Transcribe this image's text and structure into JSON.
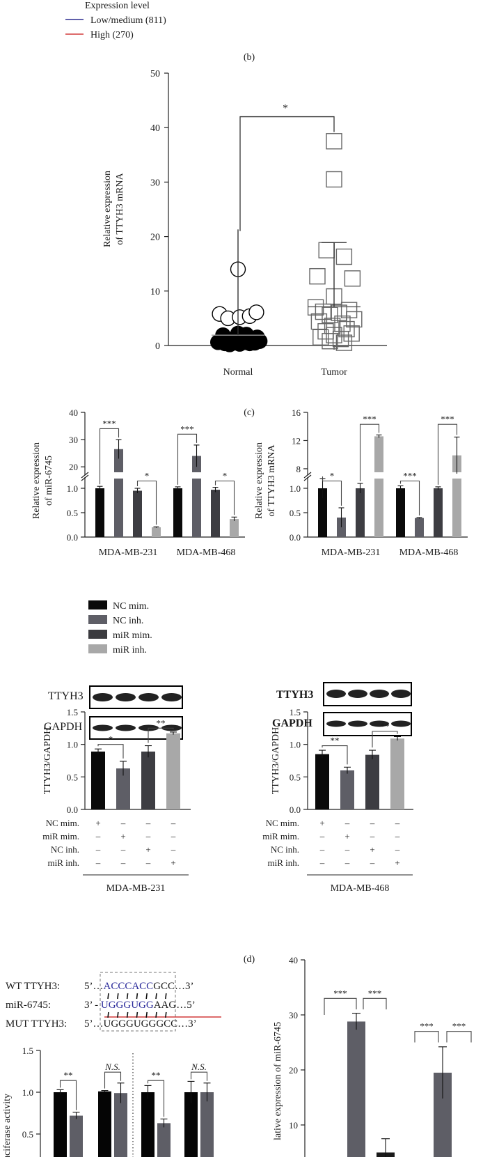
{
  "legend_b": {
    "title": "Expression level",
    "entries": [
      {
        "label": "Low/medium (811)",
        "color": "#2b2b8f"
      },
      {
        "label": "High (270)",
        "color": "#d23c3c"
      }
    ]
  },
  "panel_labels": {
    "b": "(b)",
    "c": "(c)",
    "d": "(d)"
  },
  "colors": {
    "nc_mim": "#0a0a0a",
    "nc_inh": "#5e5e66",
    "mir_mim": "#3b3b3f",
    "mir_inh": "#a8a8a8",
    "mir_mim_bar": "#3d3d42",
    "red_line": "#d23c3c",
    "blue_seq": "#2a2a9a"
  },
  "legend_d": [
    {
      "label": "NC mim."
    },
    {
      "label": "NC inh."
    },
    {
      "label": "miR mim."
    },
    {
      "label": "miR inh."
    }
  ],
  "blots": [
    {
      "protein": "TTYH3",
      "control": "GAPDH"
    },
    {
      "protein": "TTYH3",
      "control": "GAPDH"
    }
  ],
  "treatment_table": {
    "rows": [
      {
        "label": "NC mim.",
        "signs": [
          "+",
          "–",
          "–",
          "–"
        ]
      },
      {
        "label": "miR mim.",
        "signs": [
          "–",
          "+",
          "–",
          "–"
        ]
      },
      {
        "label": "NC inh.",
        "signs": [
          "–",
          "–",
          "+",
          "–"
        ]
      },
      {
        "label": "miR inh.",
        "signs": [
          "–",
          "–",
          "–",
          "+"
        ]
      }
    ]
  },
  "cell_lines": [
    "MDA-MB-231",
    "MDA-MB-468"
  ],
  "sequences": {
    "wt": {
      "label": "WT TTYH3:",
      "p5": "5’…",
      "core": "ACCCACC",
      "rest": "GCC…3’"
    },
    "mir": {
      "label": "miR-6745:",
      "p5": "3’ - ",
      "core": "UGGGUGG",
      "rest": "AAG…5’"
    },
    "mut": {
      "label": "MUT TTYH3:",
      "p5": "5’…",
      "core": "UGGGUGG",
      "rest": "GCC…3’"
    }
  },
  "chart_data": [
    {
      "id": "c_scatter",
      "type": "scatter",
      "ylabel": [
        "Relative expression",
        "of TTYH3 mRNA"
      ],
      "ylim": [
        0,
        50
      ],
      "yticks": [
        0,
        10,
        20,
        30,
        40,
        50
      ],
      "categories": [
        "Normal",
        "Tumor"
      ],
      "significance": "*",
      "series": [
        {
          "group": "Normal",
          "marker": "circle",
          "mean": 1.9,
          "sd": 19.4,
          "points": [
            {
              "dx": 0.0,
              "y": 14.0,
              "f": 0
            },
            {
              "dx": -0.22,
              "y": 5.8,
              "f": 0
            },
            {
              "dx": -0.12,
              "y": 5.0,
              "f": 0
            },
            {
              "dx": 0.02,
              "y": 5.2,
              "f": 0
            },
            {
              "dx": 0.14,
              "y": 5.4,
              "f": 0
            },
            {
              "dx": 0.22,
              "y": 6.1,
              "f": 0
            },
            {
              "dx": -0.24,
              "y": 0.6,
              "f": 1
            },
            {
              "dx": -0.2,
              "y": 1.0,
              "f": 1
            },
            {
              "dx": -0.16,
              "y": 0.4,
              "f": 1
            },
            {
              "dx": -0.13,
              "y": 1.2,
              "f": 1
            },
            {
              "dx": -0.1,
              "y": 0.2,
              "f": 1
            },
            {
              "dx": -0.07,
              "y": 0.9,
              "f": 1
            },
            {
              "dx": -0.04,
              "y": 0.5,
              "f": 1
            },
            {
              "dx": -0.01,
              "y": 1.4,
              "f": 1
            },
            {
              "dx": 0.02,
              "y": 0.3,
              "f": 1
            },
            {
              "dx": 0.05,
              "y": 1.1,
              "f": 1
            },
            {
              "dx": 0.08,
              "y": 0.6,
              "f": 1
            },
            {
              "dx": 0.11,
              "y": 1.3,
              "f": 1
            },
            {
              "dx": 0.14,
              "y": 0.4,
              "f": 1
            },
            {
              "dx": 0.17,
              "y": 1.0,
              "f": 1
            },
            {
              "dx": 0.2,
              "y": 0.5,
              "f": 1
            },
            {
              "dx": 0.23,
              "y": 1.5,
              "f": 1
            },
            {
              "dx": 0.26,
              "y": 0.8,
              "f": 1
            },
            {
              "dx": -0.18,
              "y": 1.9,
              "f": 1
            },
            {
              "dx": 0.0,
              "y": 2.2,
              "f": 1
            },
            {
              "dx": 0.1,
              "y": 2.0,
              "f": 1
            }
          ]
        },
        {
          "group": "Tumor",
          "marker": "square",
          "mean": 7.1,
          "sd": 11.8,
          "points": [
            {
              "dx": 0.0,
              "y": 37.5
            },
            {
              "dx": 0.0,
              "y": 30.5
            },
            {
              "dx": -0.09,
              "y": 17.5
            },
            {
              "dx": 0.12,
              "y": 16.3
            },
            {
              "dx": -0.2,
              "y": 12.7
            },
            {
              "dx": 0.22,
              "y": 12.3
            },
            {
              "dx": 0.0,
              "y": 9.0
            },
            {
              "dx": -0.22,
              "y": 7.0
            },
            {
              "dx": 0.18,
              "y": 6.5
            },
            {
              "dx": -0.13,
              "y": 6.2
            },
            {
              "dx": 0.06,
              "y": 6.0
            },
            {
              "dx": -0.05,
              "y": 5.6
            },
            {
              "dx": 0.24,
              "y": 4.8
            },
            {
              "dx": -0.18,
              "y": 4.4
            },
            {
              "dx": 0.1,
              "y": 4.0
            },
            {
              "dx": -0.02,
              "y": 3.6
            },
            {
              "dx": 0.15,
              "y": 3.0
            },
            {
              "dx": -0.1,
              "y": 2.6
            },
            {
              "dx": 0.21,
              "y": 2.2
            },
            {
              "dx": 0.0,
              "y": 1.9
            },
            {
              "dx": -0.16,
              "y": 1.5
            },
            {
              "dx": 0.08,
              "y": 1.2
            },
            {
              "dx": -0.05,
              "y": 0.8
            },
            {
              "dx": 0.12,
              "y": 0.5
            }
          ]
        }
      ]
    },
    {
      "id": "d_mir6745",
      "type": "bar",
      "ylabel": [
        "Relative expression",
        "of miR-6745"
      ],
      "broken_axis": {
        "lower": [
          0,
          1.2
        ],
        "upper": [
          18,
          40
        ],
        "lower_ticks": [
          "0.0",
          "0.5",
          "1.0"
        ],
        "upper_ticks": [
          "20",
          "30",
          "40"
        ]
      },
      "categories": [
        "MDA-MB-231",
        "MDA-MB-468"
      ],
      "series_order": [
        "NC mim.",
        "NC inh.",
        "miR mim.",
        "miR inh."
      ],
      "values": [
        [
          1.0,
          26.5,
          0.95,
          0.2
        ],
        [
          1.0,
          24.0,
          0.97,
          0.37
        ]
      ],
      "errors": [
        [
          0.04,
          3.5,
          0.05,
          0.01
        ],
        [
          0.03,
          4.0,
          0.05,
          0.04
        ]
      ],
      "significance": [
        {
          "group": 0,
          "from": 0,
          "to": 1,
          "label": "***",
          "yv": 34.0
        },
        {
          "group": 0,
          "from": 2,
          "to": 3,
          "label": "*",
          "yv": 1.15
        },
        {
          "group": 1,
          "from": 0,
          "to": 1,
          "label": "***",
          "yv": 32.0
        },
        {
          "group": 1,
          "from": 2,
          "to": 3,
          "label": "*",
          "yv": 1.15
        }
      ]
    },
    {
      "id": "d_ttyh3mrna",
      "type": "bar",
      "ylabel": [
        "Relative expression",
        "of TTYH3 mRNA"
      ],
      "broken_axis": {
        "lower": [
          0,
          1.2
        ],
        "upper": [
          7.5,
          16
        ],
        "lower_ticks": [
          "0.0",
          "0.5",
          "1.0"
        ],
        "upper_ticks": [
          "8",
          "12",
          "16"
        ]
      },
      "categories": [
        "MDA-MB-231",
        "MDA-MB-468"
      ],
      "series_order": [
        "NC mim.",
        "NC inh.",
        "miR mim.",
        "miR inh."
      ],
      "values": [
        [
          1.0,
          0.4,
          1.0,
          12.6
        ],
        [
          1.0,
          0.39,
          1.0,
          9.9
        ]
      ],
      "errors": [
        [
          0.2,
          0.2,
          0.1,
          0.2
        ],
        [
          0.05,
          0.01,
          0.03,
          2.6
        ]
      ],
      "significance": [
        {
          "group": 0,
          "from": 0,
          "to": 1,
          "label": "*",
          "yv": 1.15
        },
        {
          "group": 0,
          "from": 2,
          "to": 3,
          "label": "***",
          "yv": 14.3
        },
        {
          "group": 1,
          "from": 0,
          "to": 1,
          "label": "***",
          "yv": 1.15
        },
        {
          "group": 1,
          "from": 2,
          "to": 3,
          "label": "***",
          "yv": 14.3
        }
      ]
    },
    {
      "id": "d_wb_231",
      "type": "bar",
      "ylabel": "TTYH3/GAPDH",
      "ylim": [
        0,
        1.5
      ],
      "yticks": [
        "0.0",
        "0.5",
        "1.0",
        "1.5"
      ],
      "cell_line": "MDA-MB-231",
      "values": [
        0.89,
        0.63,
        0.89,
        1.17
      ],
      "errors": [
        0.04,
        0.11,
        0.09,
        0.02
      ],
      "significance": [
        {
          "from": 0,
          "to": 1,
          "label": "*",
          "yv": 1.0
        },
        {
          "from": 2,
          "to": 3,
          "label": "**",
          "yv": 1.25
        }
      ]
    },
    {
      "id": "d_wb_468",
      "type": "bar",
      "ylabel": "TTYH3/GAPDH",
      "ylim": [
        0,
        1.5
      ],
      "yticks": [
        "0.0",
        "0.5",
        "1.0",
        "1.5"
      ],
      "cell_line": "MDA-MB-468",
      "values": [
        0.85,
        0.6,
        0.84,
        1.09
      ],
      "errors": [
        0.06,
        0.05,
        0.07,
        0.03
      ],
      "significance": [
        {
          "from": 0,
          "to": 1,
          "label": "**",
          "yv": 0.98
        },
        {
          "from": 2,
          "to": 3,
          "label": "**",
          "yv": 1.2
        }
      ]
    },
    {
      "id": "e_luciferase",
      "type": "bar",
      "ylabel": "uciferase activity",
      "ylim": [
        0,
        1.5
      ],
      "yticks": [
        "0.5",
        "1.0",
        "1.5"
      ],
      "values": [
        [
          1.0,
          0.72
        ],
        [
          1.01,
          0.99
        ],
        [
          1.0,
          0.63
        ],
        [
          1.0,
          1.0
        ]
      ],
      "errors": [
        [
          0.03,
          0.04
        ],
        [
          0.01,
          0.12
        ],
        [
          0.08,
          0.05
        ],
        [
          0.13,
          0.11
        ]
      ],
      "significance": [
        {
          "group": 0,
          "label": "**",
          "yv": 1.14
        },
        {
          "group": 1,
          "label": "N.S.",
          "yv": 1.24
        },
        {
          "group": 2,
          "label": "**",
          "yv": 1.14
        },
        {
          "group": 3,
          "label": "N.S.",
          "yv": 1.24
        }
      ]
    },
    {
      "id": "e_mir6745",
      "type": "bar",
      "ylabel": "lative expression of miR-6745",
      "ylim": [
        0,
        40
      ],
      "yticks": [
        "10",
        "20",
        "30",
        "40"
      ],
      "bars": [
        {
          "v": 28.8,
          "e": 1.5
        },
        {
          "v": 5.0,
          "e": 2.5
        },
        {
          "v": 19.5,
          "e": 4.7
        }
      ],
      "significance": [
        {
          "label": "***"
        },
        {
          "label": "***"
        },
        {
          "label": "***"
        },
        {
          "label": "***"
        }
      ]
    }
  ]
}
